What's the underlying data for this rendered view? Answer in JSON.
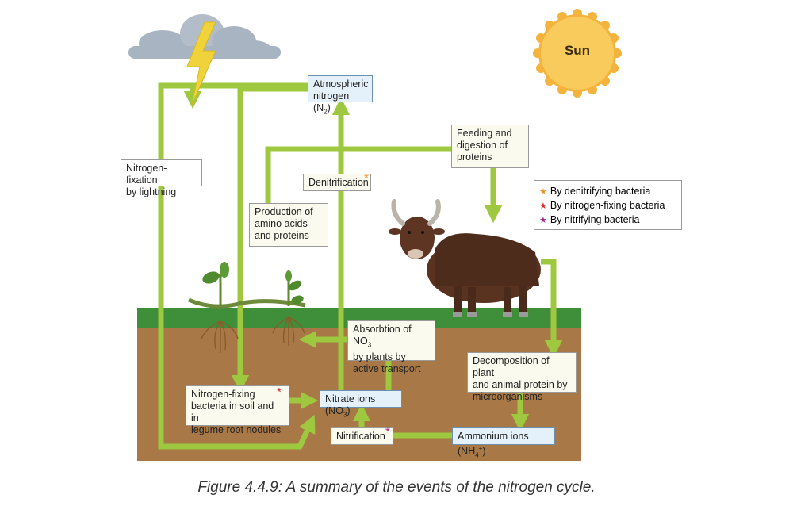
{
  "sun_label": "Sun",
  "caption": "Figure 4.4.9: A summary of the events of the nitrogen cycle.",
  "boxes": {
    "atmospheric": {
      "line1": "Atmospheric",
      "line2_pre": "nitrogen (N",
      "sub": "2",
      "line2_post": ")"
    },
    "lightning": {
      "line1": "Nitrogen-fixation",
      "line2": "by lightning"
    },
    "feeding": {
      "line1": "Feeding and",
      "line2": "digestion of",
      "line3": "proteins"
    },
    "denitrification": {
      "text": "Denitrification"
    },
    "production": {
      "line1": "Production of",
      "line2": "amino acids",
      "line3": "and proteins"
    },
    "absorption": {
      "line1_pre": "Absorbtion of NO",
      "sub": "3",
      "line2": "by plants by",
      "line3": "active transport"
    },
    "decomposition": {
      "line1": "Decomposition of plant",
      "line2": "and animal protein by",
      "line3": "microorganisms"
    },
    "fixing_bacteria": {
      "line1": "Nitrogen-fixing",
      "line2": "bacteria in soil and in",
      "line3": "legume root nodules"
    },
    "nitrate": {
      "pre": "Nitrate ions (NO",
      "sub": "3",
      "post": ")"
    },
    "nitrification": {
      "text": "Nitrification"
    },
    "ammonium": {
      "pre": "Ammonium ions (NH",
      "sub": "4",
      "sup": "+",
      "post": ")"
    }
  },
  "legend": [
    {
      "label": "By denitrifying bacteria",
      "color": "#e8962a"
    },
    {
      "label": "By nitrogen-fixing bacteria",
      "color": "#d8262a"
    },
    {
      "label": "By nitrifying bacteria",
      "color": "#a0287d"
    }
  ],
  "colors": {
    "arrow": "#9dc83f",
    "soil": "#a87847",
    "grass": "#3e8e3a",
    "sun": "#f7c24a",
    "cloud": "#a9b4c2",
    "lightning": "#f0d23a",
    "yak": "#5a3320"
  }
}
